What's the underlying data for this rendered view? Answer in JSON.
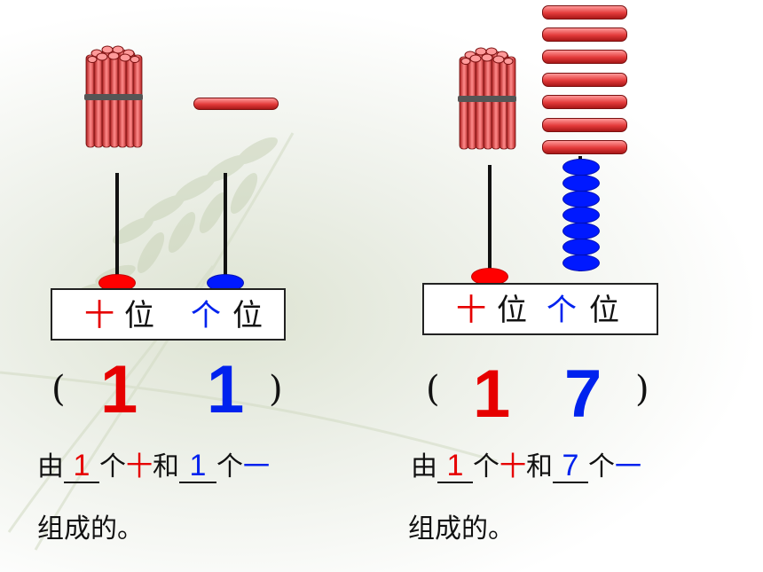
{
  "left_panel": {
    "place_labels": [
      "十",
      "位",
      "个",
      "位"
    ],
    "open_paren": "(",
    "close_paren": ")",
    "tens_digit": "1",
    "ones_digit": "1",
    "sentence": {
      "prefix": "由",
      "tens_value": "1",
      "after_tens": "个",
      "tens_word": "十",
      "conj": "和",
      "ones_value": "1",
      "after_ones": "个",
      "ones_word": "一",
      "ending": "组成的。"
    }
  },
  "right_panel": {
    "place_labels": [
      "十",
      "位",
      "个",
      "位"
    ],
    "open_paren": "(",
    "close_paren": ")",
    "tens_digit": "1",
    "ones_digit": "7",
    "sentence": {
      "prefix": "由",
      "tens_value": "1",
      "after_tens": "个",
      "tens_word": "十",
      "conj": "和",
      "ones_value": "7",
      "after_ones": "个",
      "ones_word": "一",
      "ending": "组成的。"
    }
  },
  "colors": {
    "tens": "#e60000",
    "ones": "#0022ee",
    "text": "#111111"
  },
  "icons": [
    "stick-bundle-icon",
    "single-stick-icon"
  ]
}
